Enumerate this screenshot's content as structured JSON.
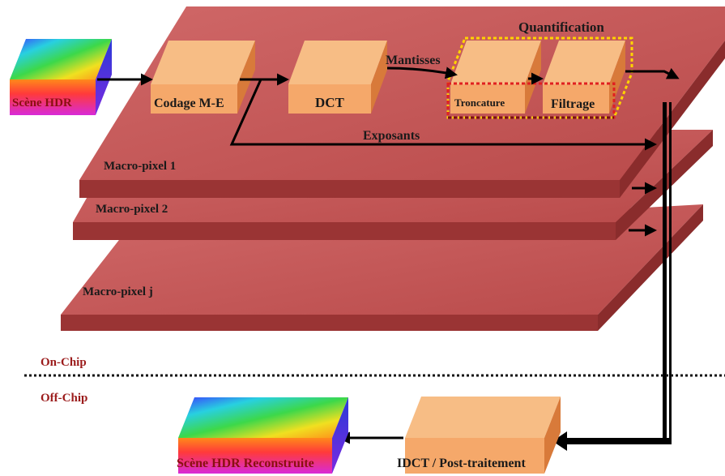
{
  "diagram": {
    "input_scene": "Scène HDR",
    "block_encode": "Codage M-E",
    "block_dct": "DCT",
    "label_mantissas": "Mantisses",
    "label_quantification": "Quantification",
    "block_truncation": "Troncature",
    "block_filtering": "Filtrage",
    "label_exponents": "Exposants",
    "macro_pixel_1": "Macro-pixel 1",
    "macro_pixel_2": "Macro-pixel 2",
    "macro_pixel_j": "Macro-pixel j",
    "on_chip": "On-Chip",
    "off_chip": "Off-Chip",
    "block_idct": "IDCT / Post-traitement",
    "output_scene": "Scène HDR Reconstruite"
  },
  "colors": {
    "plane_top": "#c75a5a",
    "plane_front": "#9a3434",
    "block_face": "#f5a86a",
    "zone_label_red": "#9b1b1b"
  }
}
